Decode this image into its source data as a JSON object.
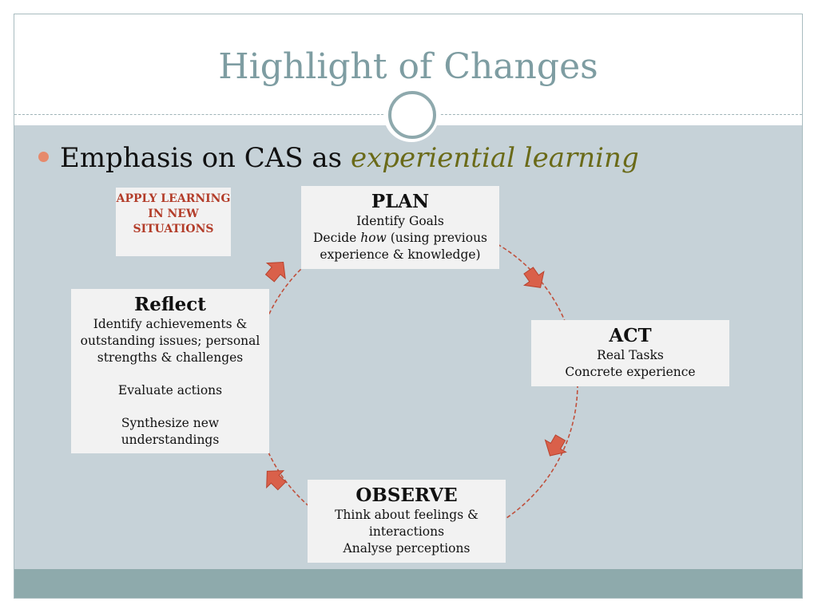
{
  "slide": {
    "title": "Highlight of Changes",
    "bullet": {
      "text_prefix": "Emphasis on CAS as ",
      "text_emphasis": "experiential learning"
    }
  },
  "diagram": {
    "apply_label": "APPLY LEARNING IN NEW SITUATIONS",
    "plan": {
      "heading": "PLAN",
      "line1": "Identify Goals",
      "line2_prefix": "Decide ",
      "line2_emphasis": "how",
      "line2_suffix": " (using previous",
      "line3": "experience & knowledge)"
    },
    "act": {
      "heading": "ACT",
      "line1": "Real Tasks",
      "line2": "Concrete experience"
    },
    "observe": {
      "heading": "OBSERVE",
      "line1": "Think about feelings &",
      "line2": "interactions",
      "line3": "Analyse perceptions"
    },
    "reflect": {
      "heading": "Reflect",
      "line1": "Identify achievements &",
      "line2": "outstanding issues; personal",
      "line3": "strengths & challenges",
      "line4": "Evaluate actions",
      "line5": "Synthesize new",
      "line6": "understandings"
    },
    "colors": {
      "arrow_fill": "#d9604a",
      "arrow_stroke": "#b8432f",
      "cycle_line": "#c0503c",
      "apply_text": "#b33d2a",
      "emphasis_text": "#6a6a18",
      "title_text": "#7e9da2"
    }
  }
}
